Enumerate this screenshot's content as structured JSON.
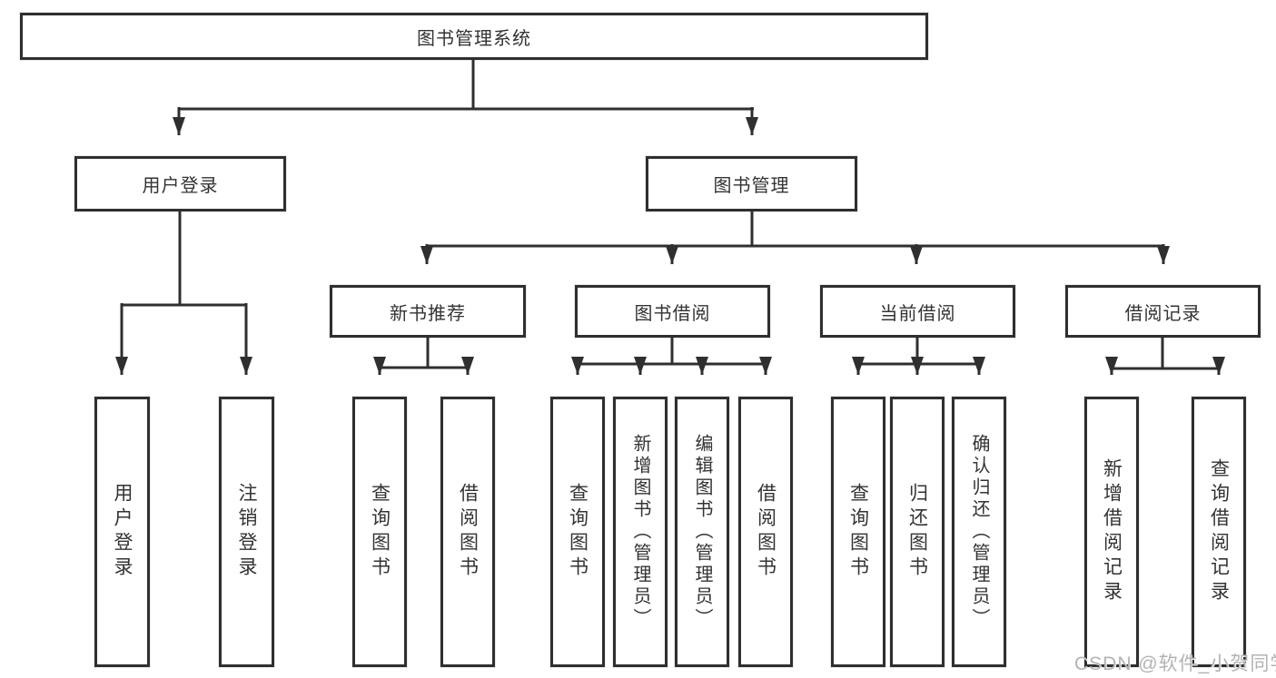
{
  "diagram": {
    "type": "tree",
    "title": "图书管理系统",
    "watermark": "CSDN @软件_小贺同学",
    "colors": {
      "line": "#333333",
      "box_border": "#2f2f2f",
      "box_fill": "#ffffff",
      "text": "#333333",
      "watermark": "#b3b3b3"
    },
    "nodes": {
      "root": "图书管理系统",
      "user_login": "用户登录",
      "book_mgmt": "图书管理",
      "new_book_rec": "新书推荐",
      "book_borrow": "图书借阅",
      "current_borrow": "当前借阅",
      "borrow_records": "借阅记录",
      "user_login_children": {
        "login": "用户登录",
        "logout": "注销登录"
      },
      "new_book_rec_children": {
        "query_books": "查询图书",
        "borrow_books": "借阅图书"
      },
      "book_borrow_children": {
        "query_books": "查询图书",
        "add_books": "新增图书（管理员）",
        "edit_books": "编辑图书（管理员）",
        "borrow_books": "借阅图书"
      },
      "current_borrow_children": {
        "query_books": "查询图书",
        "return_books": "归还图书",
        "confirm_return": "确认归还（管理员）"
      },
      "borrow_records_children": {
        "add_record": "新增借阅记录",
        "query_record": "查询借阅记录"
      }
    }
  }
}
